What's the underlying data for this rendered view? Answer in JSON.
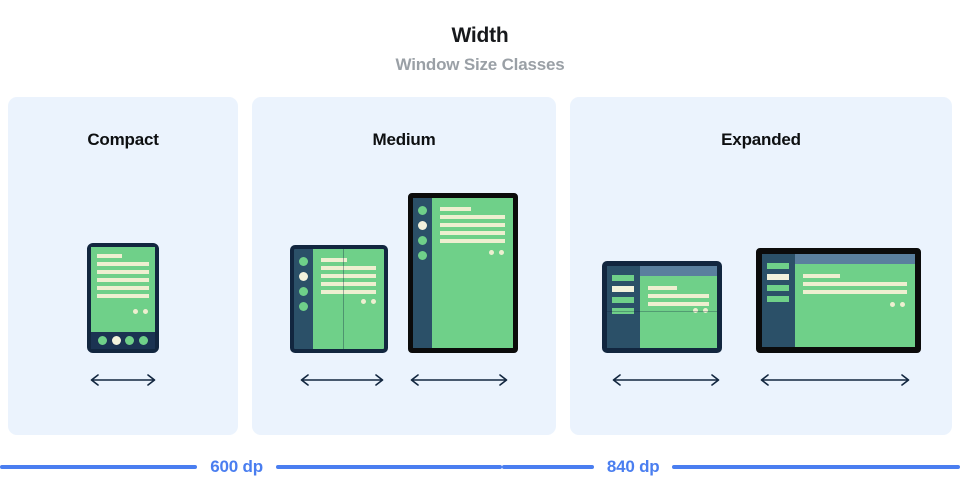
{
  "header": {
    "title": "Width",
    "subtitle": "Window Size Classes"
  },
  "panels": [
    {
      "label": "Compact",
      "devices": [
        {
          "name": "phone",
          "orientation": "portrait",
          "arrow": "double-arrow-icon"
        }
      ]
    },
    {
      "label": "Medium",
      "devices": [
        {
          "name": "foldable-open",
          "orientation": "portrait",
          "arrow": "double-arrow-icon"
        },
        {
          "name": "tablet",
          "orientation": "portrait",
          "arrow": "double-arrow-icon"
        }
      ]
    },
    {
      "label": "Expanded",
      "devices": [
        {
          "name": "foldable-open",
          "orientation": "landscape",
          "arrow": "double-arrow-icon"
        },
        {
          "name": "tablet",
          "orientation": "landscape",
          "arrow": "double-arrow-icon"
        }
      ]
    }
  ],
  "breakpoints": [
    {
      "label": "600 dp"
    },
    {
      "label": "840 dp"
    }
  ],
  "colors": {
    "panel_background": "#ebf3fd",
    "breakpoint_blue": "#4a7ef0",
    "device_navy": "#12263f",
    "device_black": "#0b0b0b",
    "screen_green": "#6fd089",
    "content_cream": "#eeefd0",
    "rail_blue": "#2b5068",
    "topbar_blue": "#5a7f9e",
    "subtitle_gray": "#9aa0a6"
  }
}
